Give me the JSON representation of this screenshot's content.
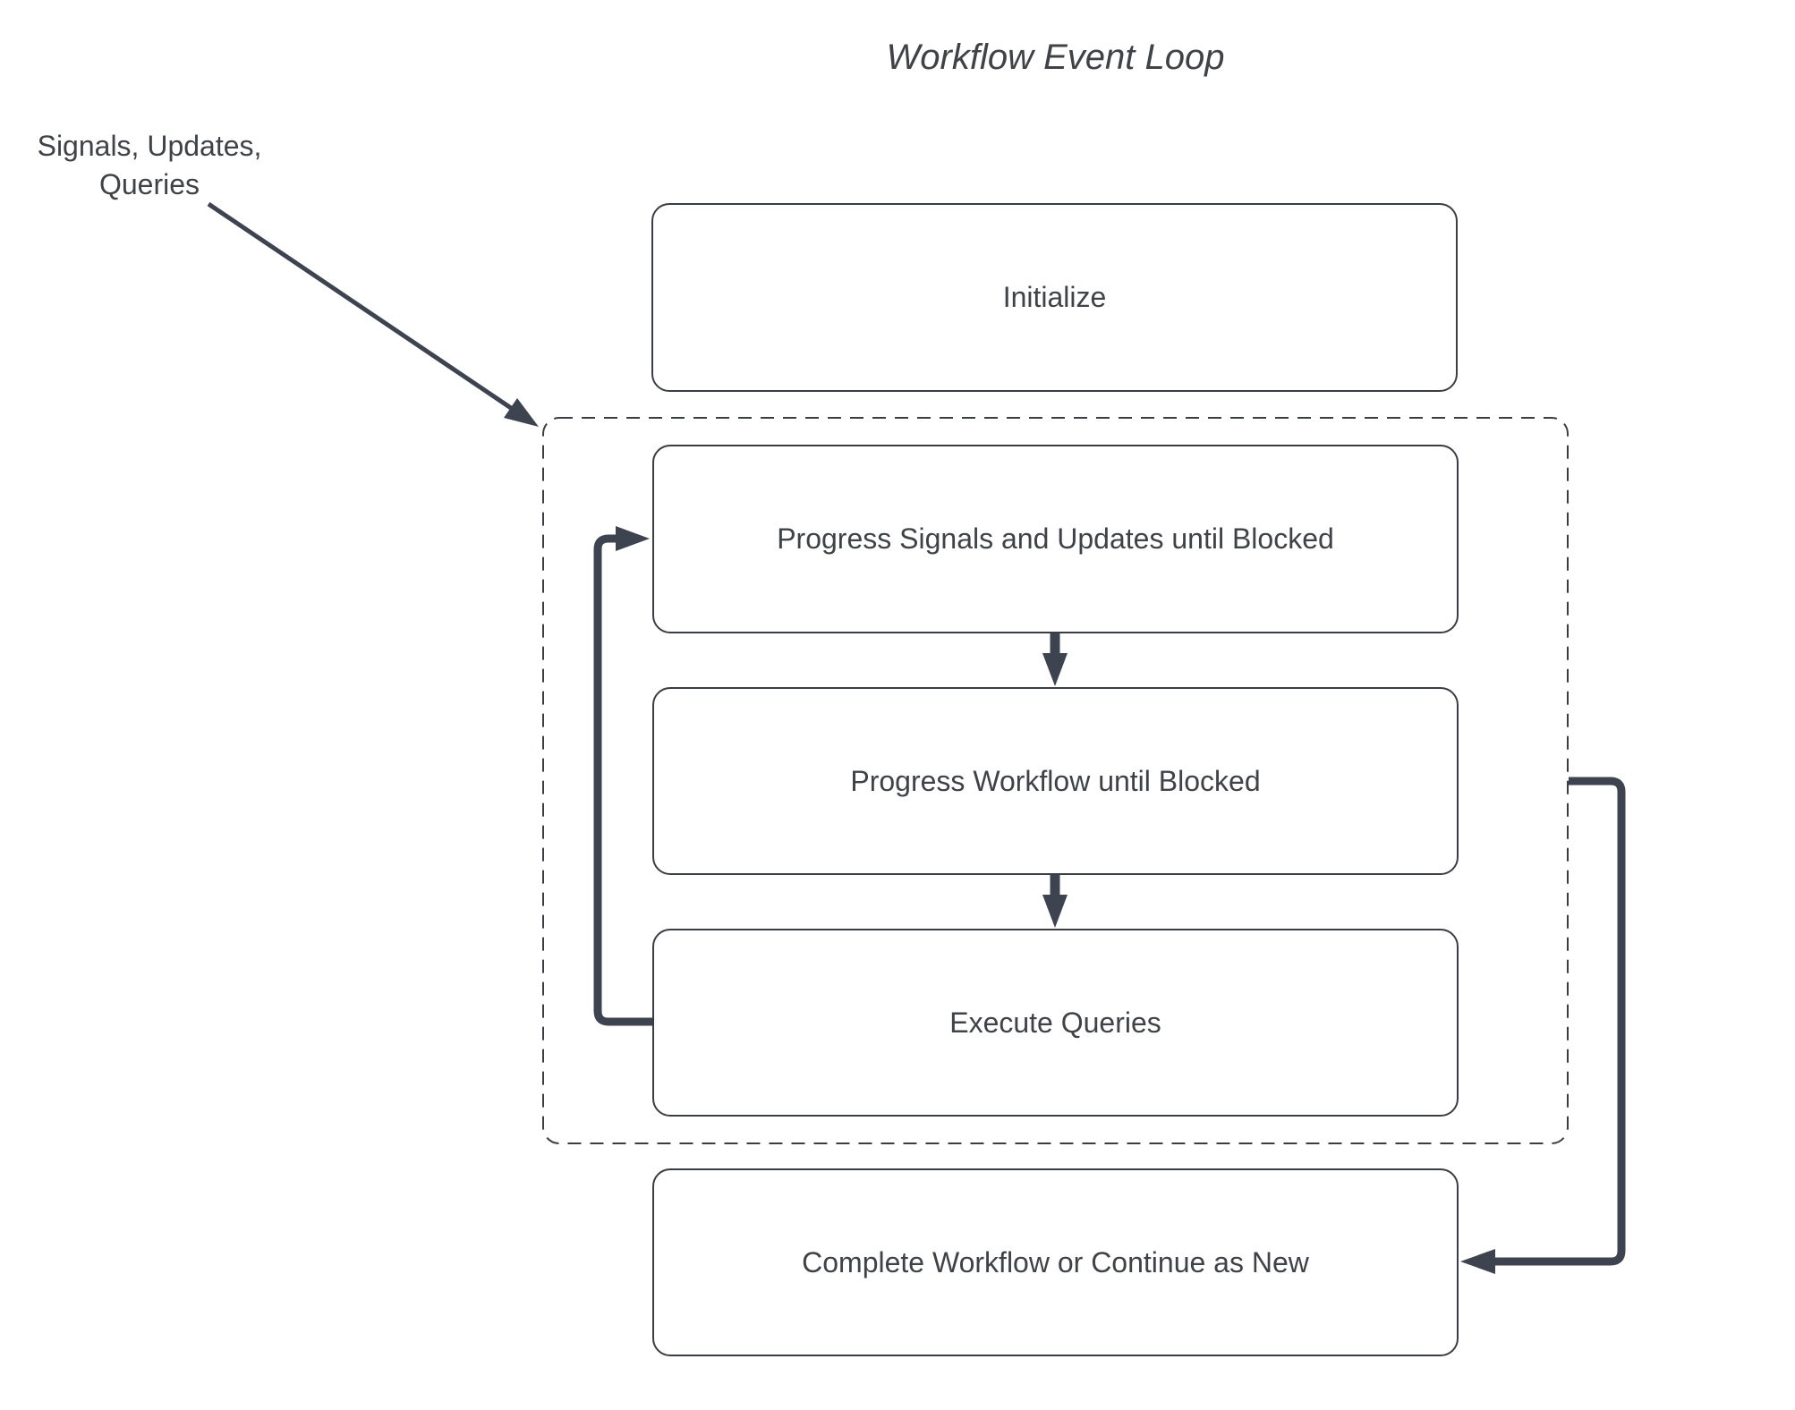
{
  "title": "Workflow Event Loop",
  "annotation": {
    "line1": "Signals, Updates,",
    "line2": "Queries"
  },
  "nodes": {
    "initialize": "Initialize",
    "progress_signals": "Progress Signals and Updates until Blocked",
    "progress_workflow": "Progress Workflow until Blocked",
    "execute_queries": "Execute Queries",
    "complete": "Complete Workflow or Continue as New"
  },
  "edges": [
    {
      "from": "signals-updates-queries-annotation",
      "to": "event-loop-boundary",
      "style": "thin-diagonal-arrow"
    },
    {
      "from": "progress_signals",
      "to": "progress_workflow",
      "style": "thick-down-arrow"
    },
    {
      "from": "progress_workflow",
      "to": "execute_queries",
      "style": "thick-down-arrow"
    },
    {
      "from": "execute_queries",
      "to": "progress_signals",
      "style": "thick-elbow-loop-back-arrow"
    },
    {
      "from": "event-loop-boundary",
      "to": "complete",
      "style": "thick-elbow-arrow"
    }
  ],
  "colors": {
    "background": "#ffffff",
    "line": "#3a3d43",
    "arrow": "#3d4450",
    "text": "#3f4247"
  }
}
